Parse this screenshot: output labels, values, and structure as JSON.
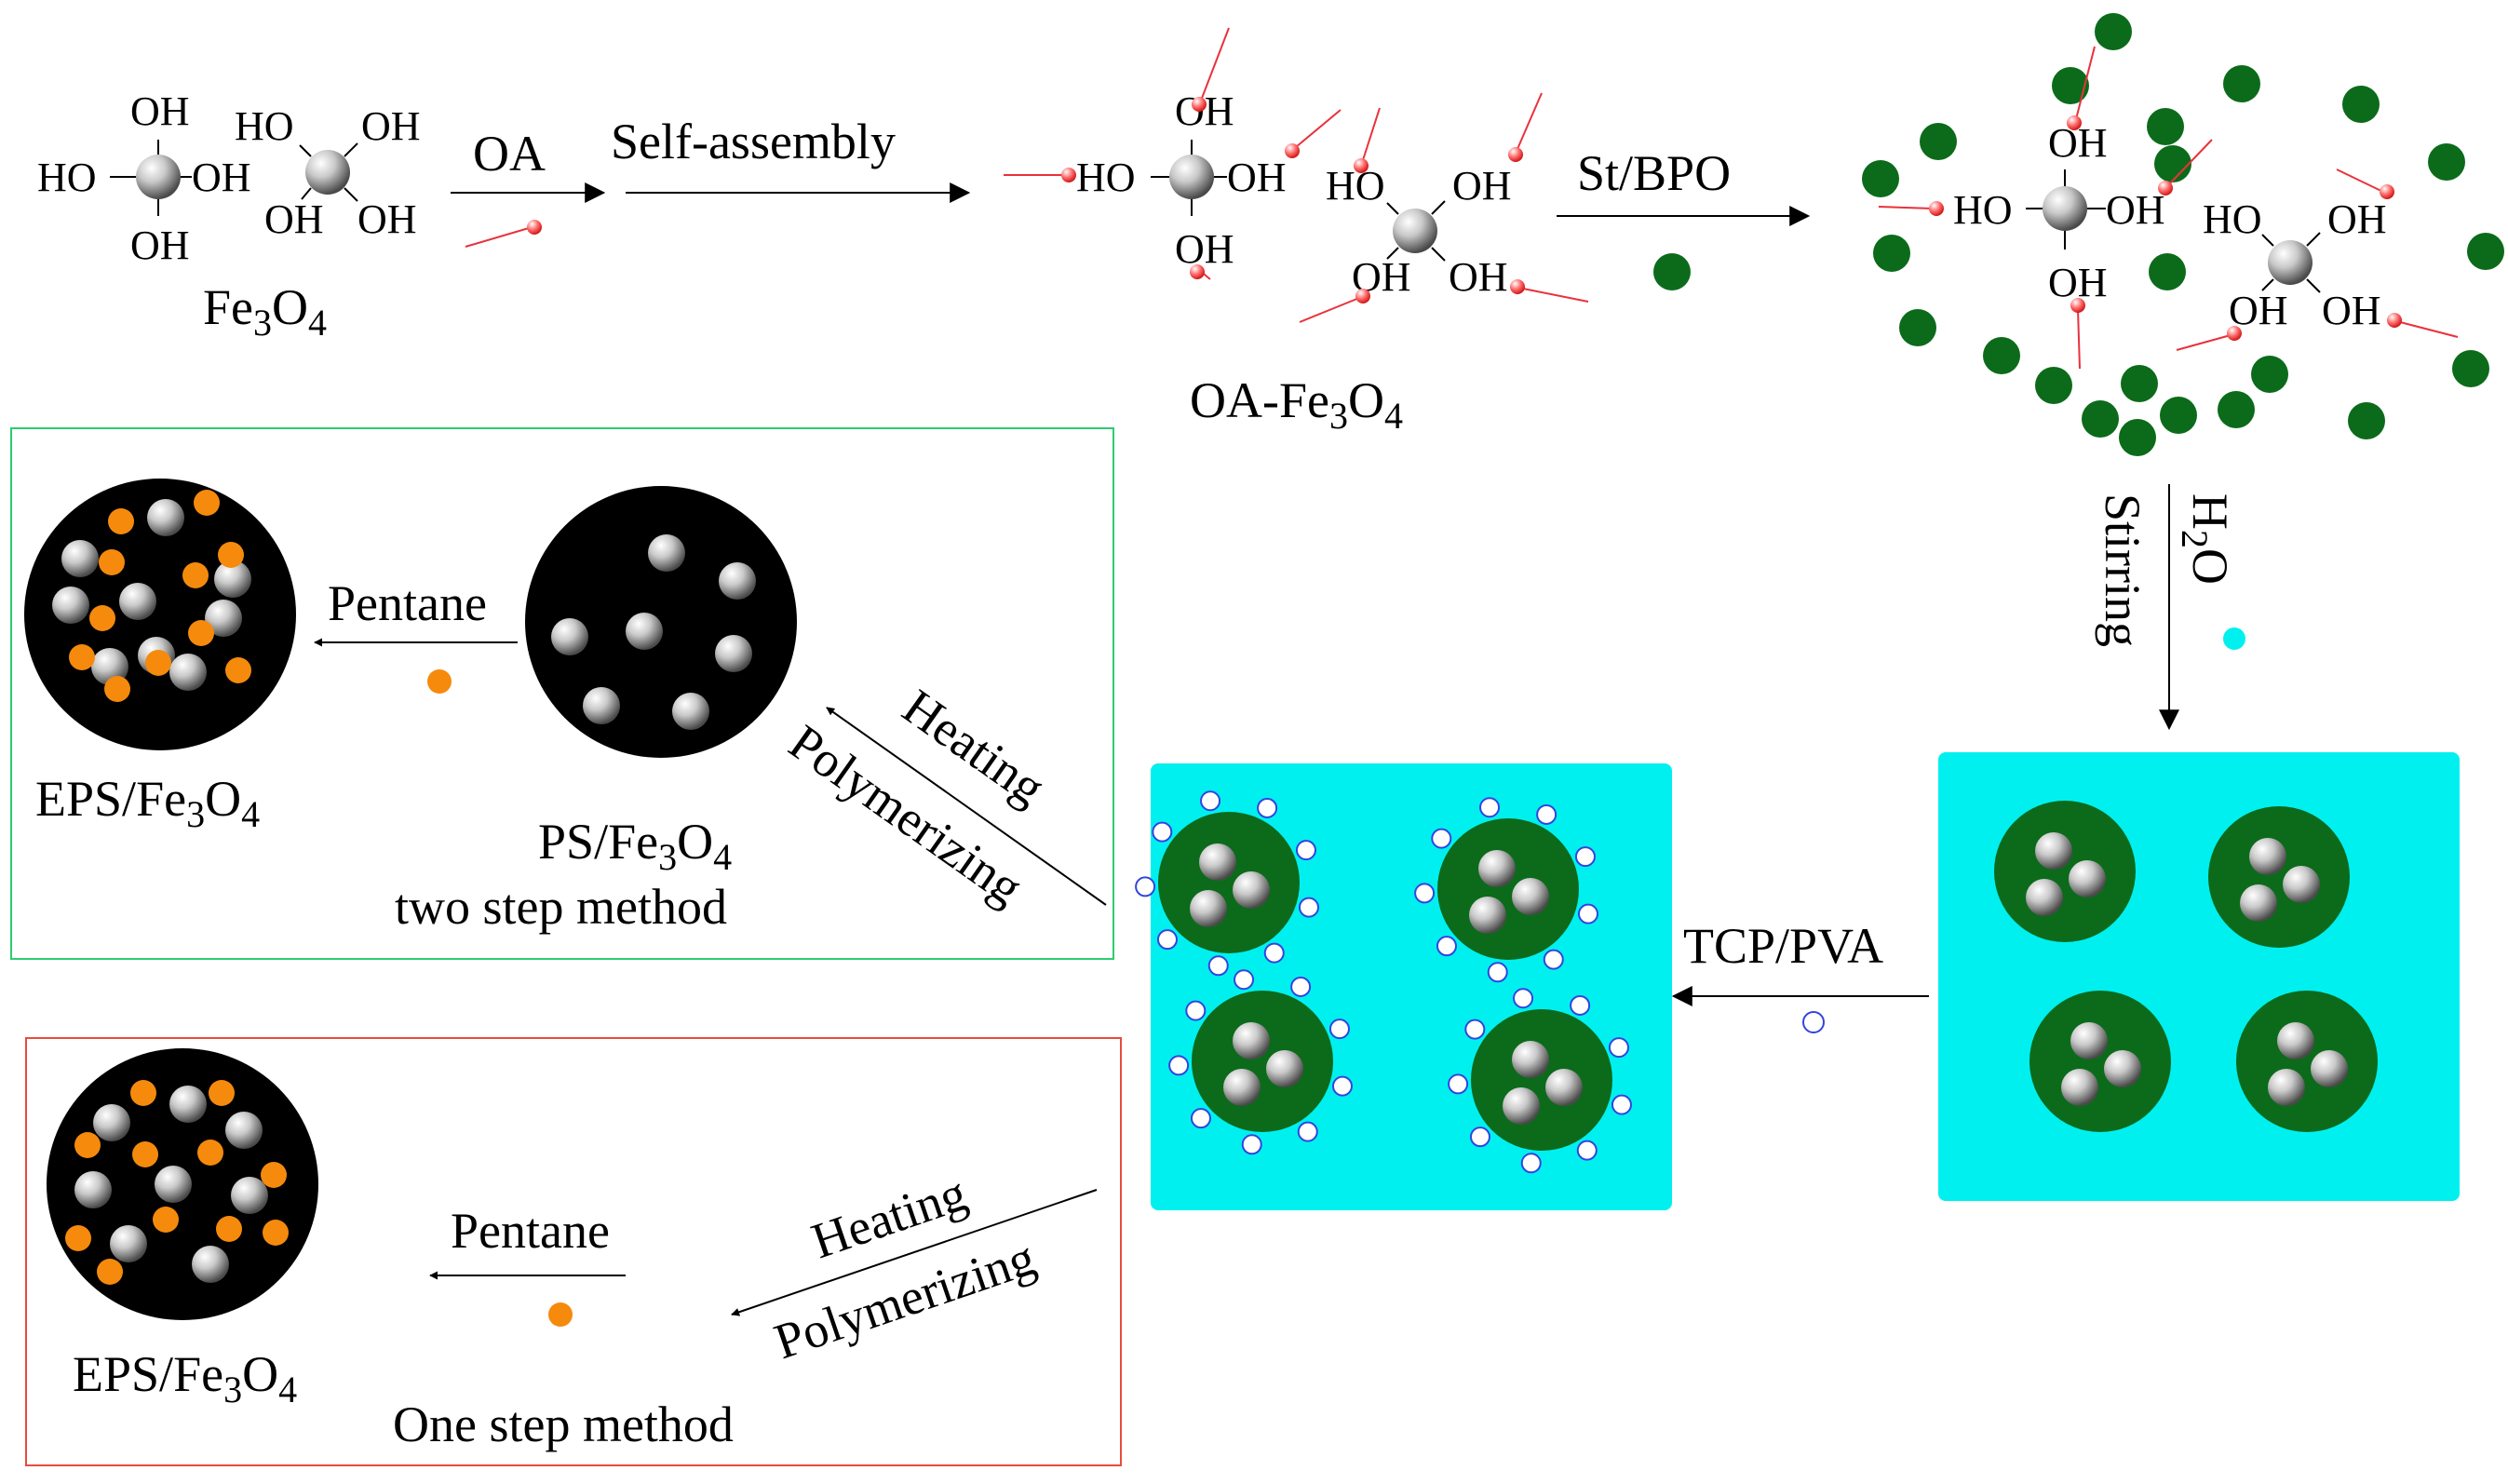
{
  "labels": {
    "oa": "OA",
    "self_assembly": "Self-assembly",
    "st_bpo": "St/BPO",
    "stirring": "Stirring",
    "tcp_pva": "TCP/PVA",
    "pentane_top": "Pentane",
    "pentane_bottom": "Pentane",
    "heating_top": "Heating",
    "polymerizing_top": "Polymerizing",
    "heating_bottom": "Heating",
    "polymerizing_bottom": "Polymerizing",
    "two_step": "two step method",
    "one_step": "One step method"
  },
  "chem": {
    "oh": "OH",
    "ho": "HO",
    "fe": "Fe",
    "o": "O",
    "sub3": "3",
    "sub4": "4",
    "h": "H",
    "sub2": "2",
    "oa_prefix": "OA-",
    "eps_prefix": "EPS/",
    "ps_prefix": "PS/"
  },
  "colors": {
    "green_monomer": "#0b6b1a",
    "water_cyan": "#00f0f0",
    "orange_pentane": "#f58a0c",
    "oa_red": "#e8323c",
    "bead_black": "#000000",
    "box_green": "#2ecc71",
    "box_red": "#e74c3c",
    "stabilizer_blue": "#3344dd"
  }
}
